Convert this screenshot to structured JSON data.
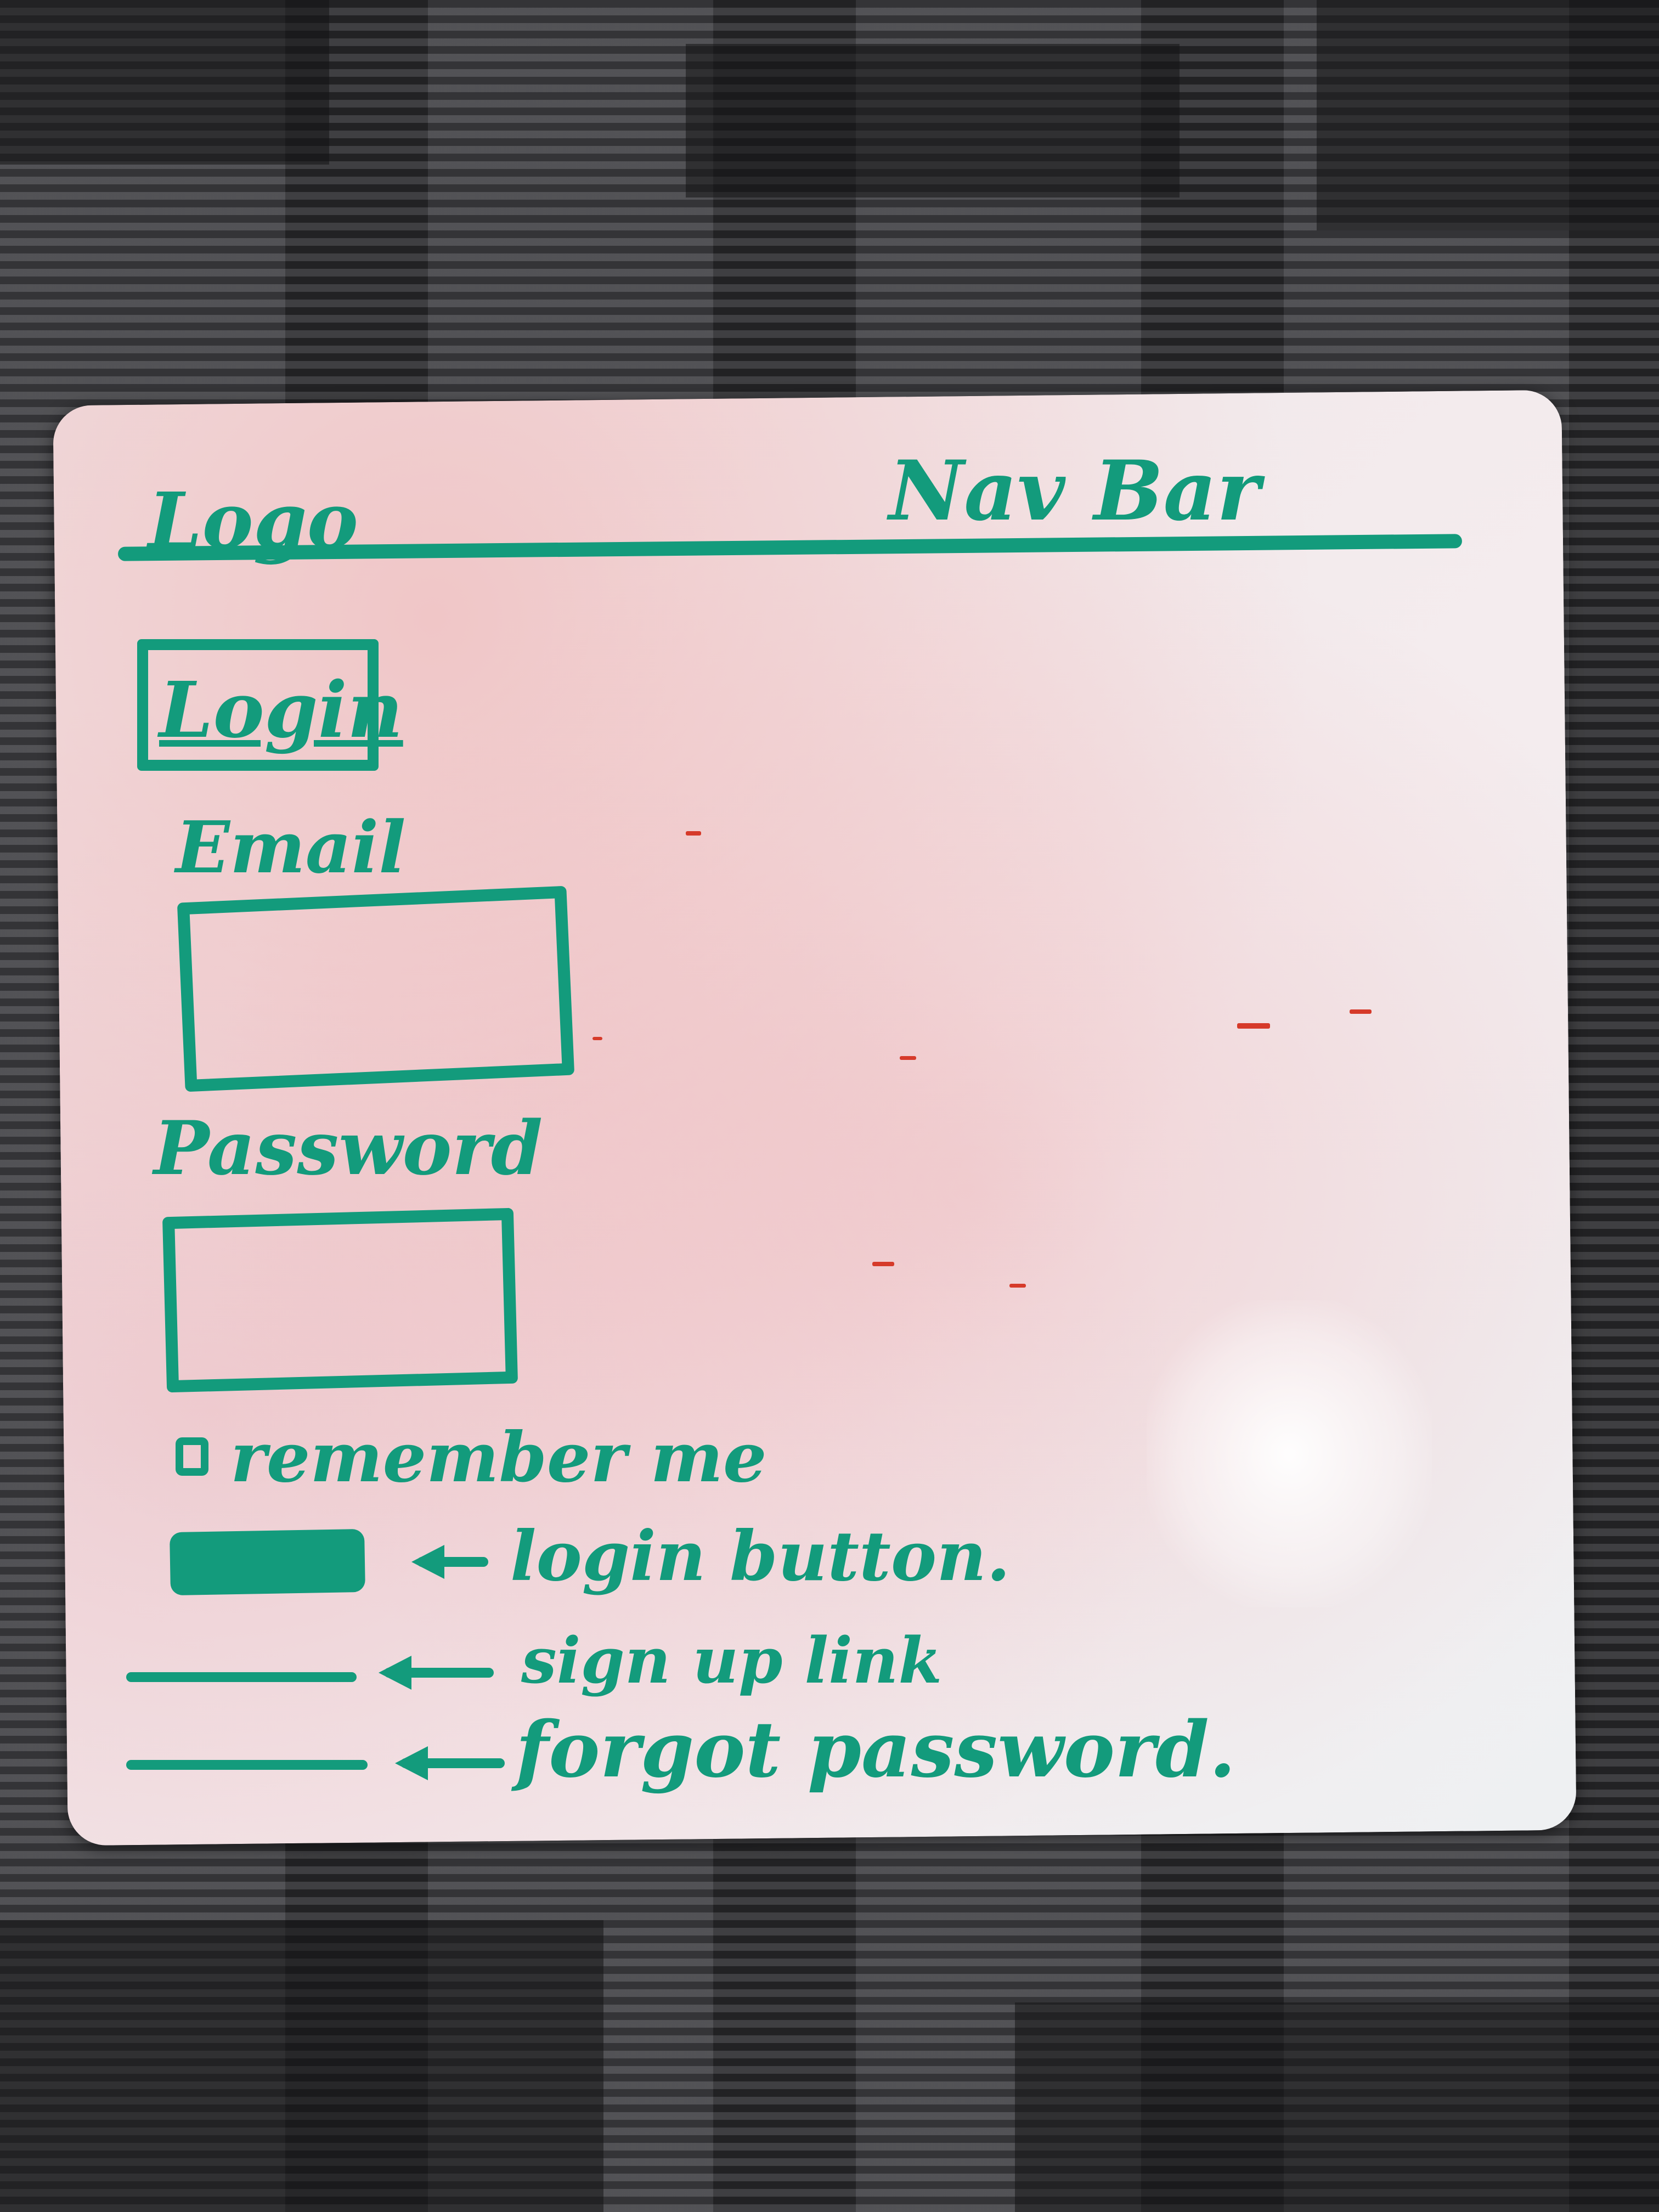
{
  "nav": {
    "logo": "Logo",
    "nav_bar": "Nav Bar"
  },
  "login": {
    "heading": "Login",
    "email_label": "Email",
    "password_label": "Password",
    "remember_label": "remember me"
  },
  "annotations": {
    "login_button": "login button.",
    "sign_up_link": "sign up link",
    "forgot_password": "forgot password."
  },
  "colors": {
    "marker": "#139b7c",
    "board": "#f1eaec",
    "carpet": "#3f3f43"
  }
}
